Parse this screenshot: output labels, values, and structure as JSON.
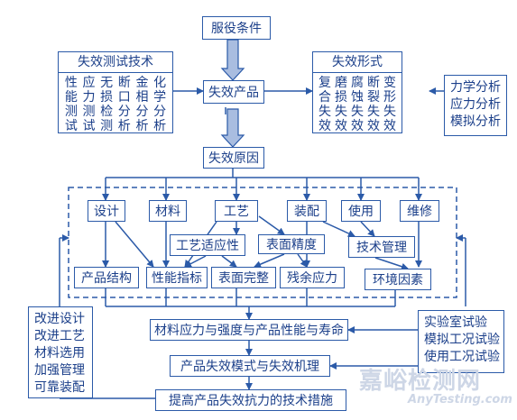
{
  "top": {
    "service_conditions": "服役条件",
    "failed_product": "失效产品",
    "failure_cause": "失效原因"
  },
  "test_tech": {
    "title": "失效测试技术",
    "columns": [
      "性能测试",
      "应力测试",
      "无损检测",
      "断口分析",
      "金相分析",
      "化学分析"
    ]
  },
  "failure_forms": {
    "title": "失效形式",
    "columns": [
      "复合失效",
      "磨损失效",
      "腐蚀失效",
      "断裂失效",
      "变形失效"
    ]
  },
  "analysis": [
    "力学分析",
    "应力分析",
    "模拟分析"
  ],
  "causes": {
    "design": "设计",
    "material": "材料",
    "process": "工艺",
    "assembly": "装配",
    "usage": "使用",
    "maintenance": "维修",
    "process_adapt": "工艺适应性",
    "surface_precision": "表面精度",
    "tech_management": "技术管理",
    "product_structure": "产品结构",
    "performance_index": "性能指标",
    "surface_integrity": "表面完整",
    "residual_stress": "残余应力",
    "environment": "环境因素"
  },
  "bottom": {
    "stress_strength": "材料应力与强度与产品性能与寿命",
    "mode_mechanism": "产品失效模式与失效机理",
    "measures": "提高产品失效抗力的技术措施"
  },
  "improve": [
    "改进设计",
    "改进工艺",
    "材料选用",
    "加强管理",
    "可靠装配"
  ],
  "tests": [
    "实验室试验",
    "模拟工况试验",
    "使用工况试验"
  ],
  "watermark": {
    "cn": "嘉峪检测网",
    "en": "AnyTesting.com"
  },
  "colors": {
    "line": "#2b5aa8",
    "text": "#1b3f8a",
    "arrow_fill": "#a9bde0"
  }
}
